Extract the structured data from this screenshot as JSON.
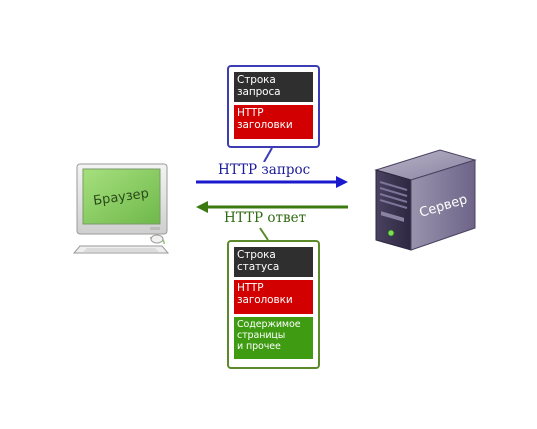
{
  "browser": {
    "label": "Браузер"
  },
  "server": {
    "label": "Сервер"
  },
  "request": {
    "arrow_label": "HTTP запрос",
    "blocks": [
      "Строка\nзапроса",
      "HTTP\nзаголовки"
    ]
  },
  "response": {
    "arrow_label": "HTTP ответ",
    "blocks": [
      "Строка\nстатуса",
      "HTTP\nзаголовки",
      "Содержимое\nстраницы\nи прочее"
    ]
  },
  "colors": {
    "request_arrow": "#1a1acc",
    "response_arrow": "#3a7a10",
    "block_dark": "#2f2f2f",
    "block_red": "#d20000",
    "block_green": "#3f9c12",
    "monitor_screen": "#8fd16a",
    "server_body": "#5e5576"
  }
}
